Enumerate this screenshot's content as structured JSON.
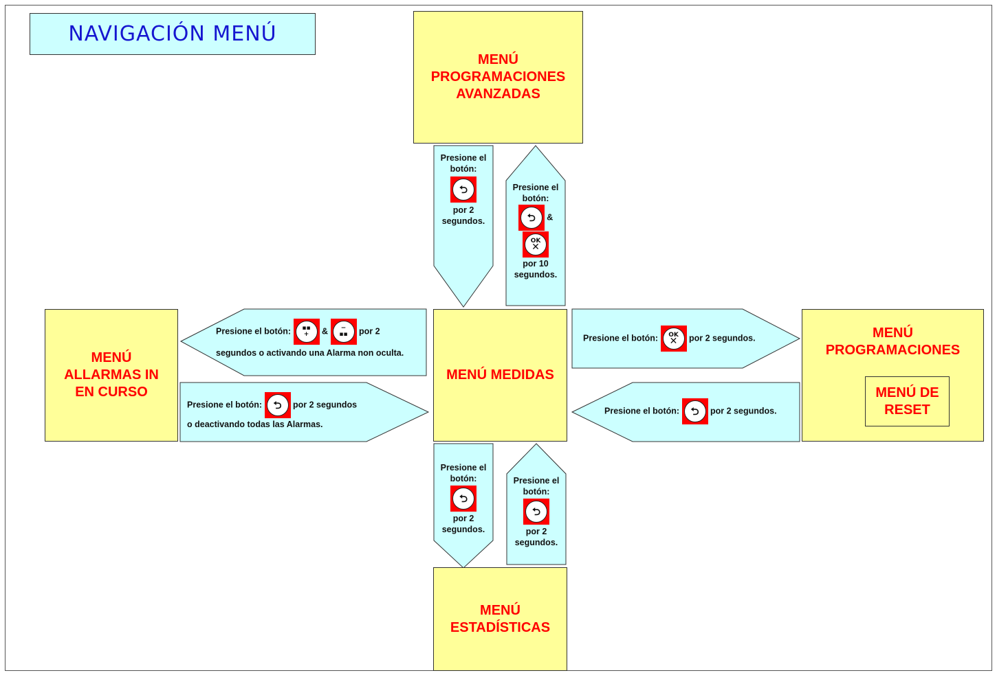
{
  "title": "NAVIGACIÓN MENÚ",
  "menus": {
    "advanced": [
      "MENÚ",
      "PROGRAMACIONES",
      "AVANZADAS"
    ],
    "alarms": [
      "MENÚ",
      "ALLARMAS IN",
      "EN CURSO"
    ],
    "measures": [
      "MENÚ MEDIDAS"
    ],
    "programs": [
      "MENÚ",
      "PROGRAMACIONES"
    ],
    "reset": [
      "MENÚ DE",
      "RESET"
    ],
    "stats": [
      "MENÚ",
      "ESTADÍSTICAS"
    ]
  },
  "instructions": {
    "top_down": {
      "l1": "Presione el",
      "l2": "botón:",
      "l3": "por 2",
      "l4": "segundos."
    },
    "top_up": {
      "l1": "Presione el",
      "l2": "botón:",
      "amp": "&",
      "l3": "por 10",
      "l4": "segundos."
    },
    "left_top": {
      "pre": "Presione el botón:",
      "amp": "&",
      "post": "por 2",
      "l2": "segundos o activando una Alarma non oculta."
    },
    "left_bottom": {
      "pre": "Presione el botón:",
      "post": "por 2 segundos",
      "l2": "o deactivando todas las Alarmas."
    },
    "right_top": {
      "pre": "Presione el botón:",
      "post": "por 2 segundos."
    },
    "right_bottom": {
      "pre": "Presione el botón:",
      "post": "por 2 segundos."
    },
    "bottom_down": {
      "l1": "Presione el",
      "l2": "botón:",
      "l3": "por 2",
      "l4": "segundos."
    },
    "bottom_up": {
      "l1": "Presione el",
      "l2": "botón:",
      "l3": "por 2",
      "l4": "segundos."
    }
  },
  "button_icons": {
    "back": "↩ back-button-icon",
    "ok": "OK tool-button-icon",
    "plus": "+ plus-button-icon",
    "minus": "− minus-button-icon"
  },
  "colors": {
    "menu_fill": "#ffff99",
    "arrow_fill": "#ccffff",
    "menu_text": "#ff0000",
    "title_text": "#1515d0",
    "button_bg": "#ff0000"
  }
}
